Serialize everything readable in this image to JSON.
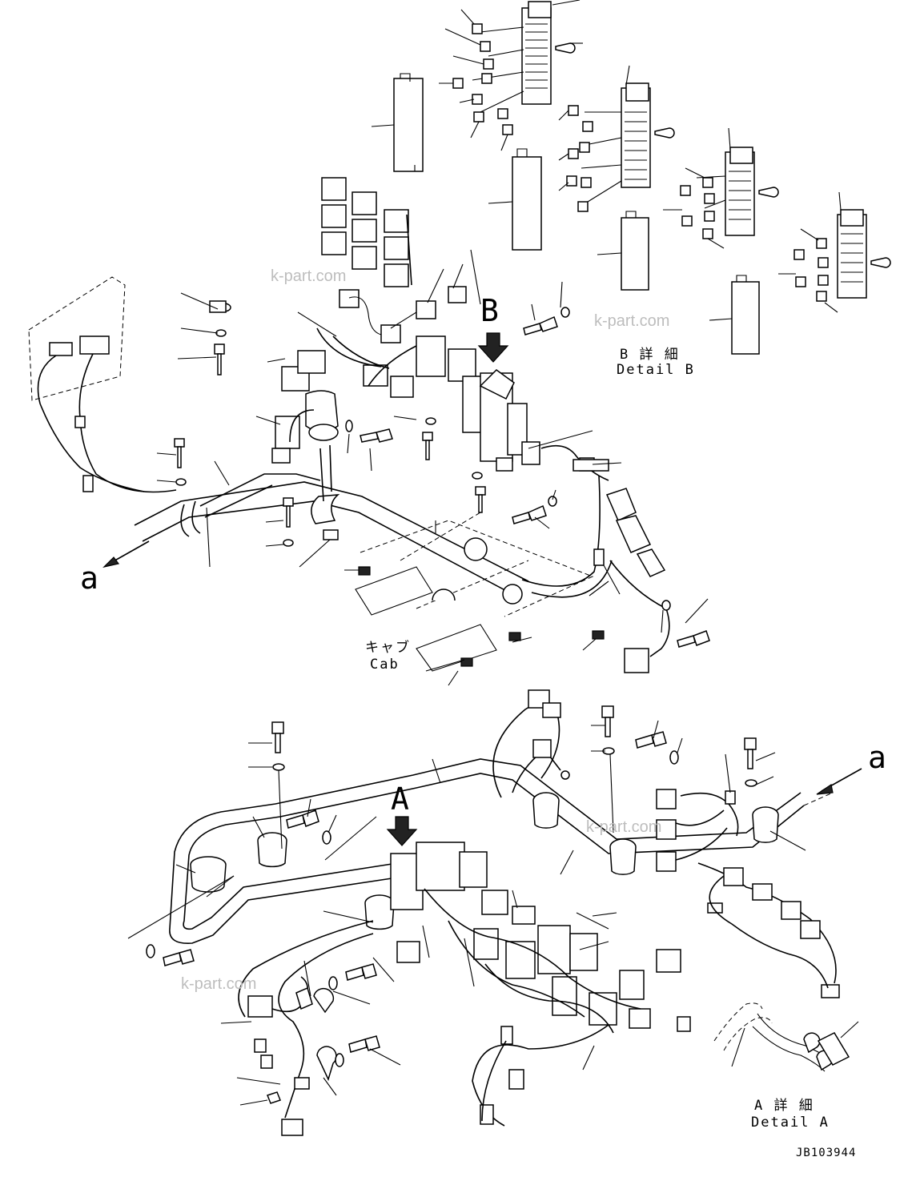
{
  "watermark": "k-part.com",
  "drawing_code": "JB103944",
  "upper": {
    "view_b_marker": "B",
    "detail_b_jp": "B 詳 細",
    "detail_b_en": "Detail B",
    "cab_jp": "キャブ",
    "cab_en": "Cab",
    "continuation": "a"
  },
  "lower": {
    "view_a_marker": "A",
    "detail_a_jp": "A 詳 細",
    "detail_a_en": "Detail A",
    "continuation": "a"
  }
}
